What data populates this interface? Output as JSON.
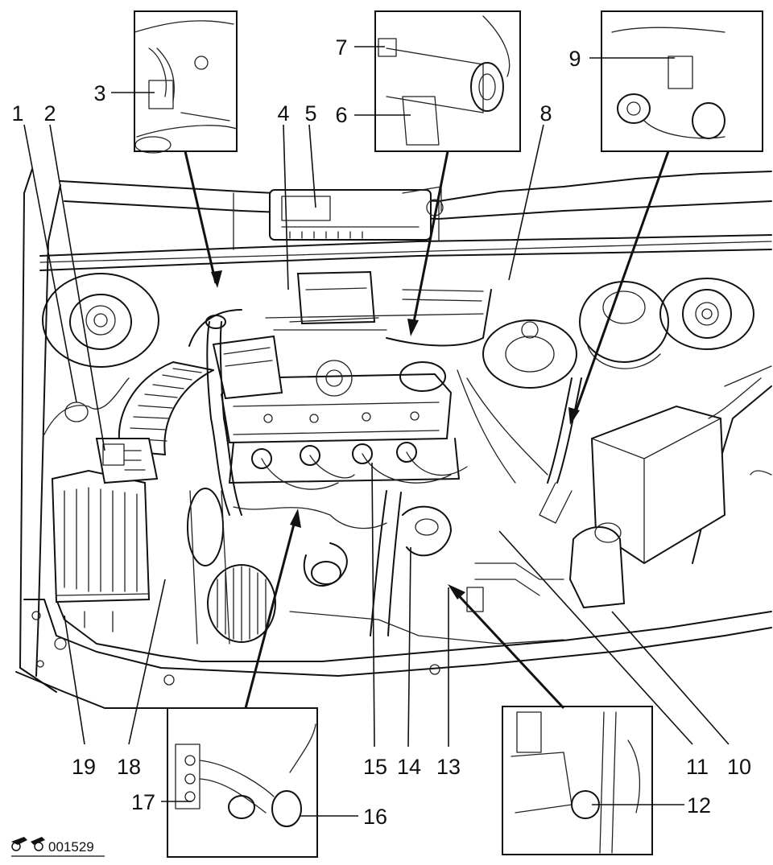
{
  "diagram": {
    "code": "001529",
    "callouts": [
      {
        "id": "1",
        "label": "1"
      },
      {
        "id": "2",
        "label": "2"
      },
      {
        "id": "3",
        "label": "3"
      },
      {
        "id": "4",
        "label": "4"
      },
      {
        "id": "5",
        "label": "5"
      },
      {
        "id": "6",
        "label": "6"
      },
      {
        "id": "7",
        "label": "7"
      },
      {
        "id": "8",
        "label": "8"
      },
      {
        "id": "9",
        "label": "9"
      },
      {
        "id": "10",
        "label": "10"
      },
      {
        "id": "11",
        "label": "11"
      },
      {
        "id": "12",
        "label": "12"
      },
      {
        "id": "13",
        "label": "13"
      },
      {
        "id": "14",
        "label": "14"
      },
      {
        "id": "15",
        "label": "15"
      },
      {
        "id": "16",
        "label": "16"
      },
      {
        "id": "17",
        "label": "17"
      },
      {
        "id": "18",
        "label": "18"
      },
      {
        "id": "19",
        "label": "19"
      }
    ]
  }
}
